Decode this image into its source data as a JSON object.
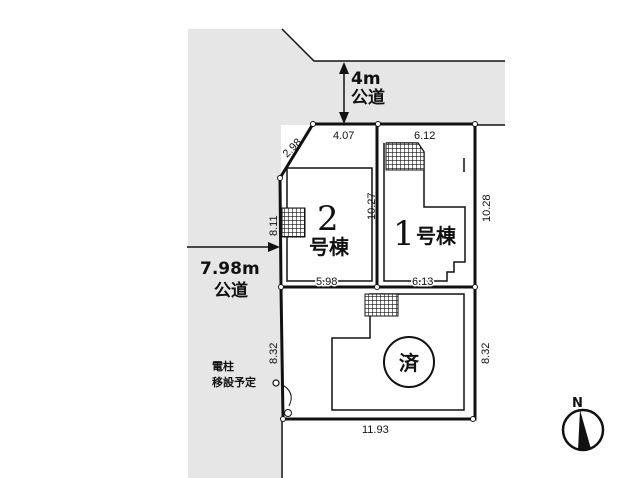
{
  "roads": {
    "north": {
      "width": "4m",
      "label": "公道"
    },
    "west": {
      "width": "7.98m",
      "label": "公道"
    }
  },
  "lots": {
    "lot2": {
      "number": "2",
      "label": "号棟"
    },
    "lot1": {
      "number": "1",
      "label": "号棟"
    },
    "lot3": {
      "status": "済"
    }
  },
  "dimensions": {
    "corner_cut": "2.98",
    "top_left": "4.07",
    "top_right": "6.12",
    "lot2_left": "8.11",
    "lot2_right": "10.27",
    "lot1_right": "10.28",
    "lot2_bottom": "5.98",
    "lot1_bottom": "6.13",
    "lot3_left": "8.32",
    "lot3_right": "8.32",
    "lot3_bottom": "11.93"
  },
  "pole_note": {
    "line1": "電柱",
    "line2": "移設予定"
  },
  "compass": {
    "label": "N"
  },
  "colors": {
    "road": "#e6e6e6",
    "line": "#111111"
  }
}
